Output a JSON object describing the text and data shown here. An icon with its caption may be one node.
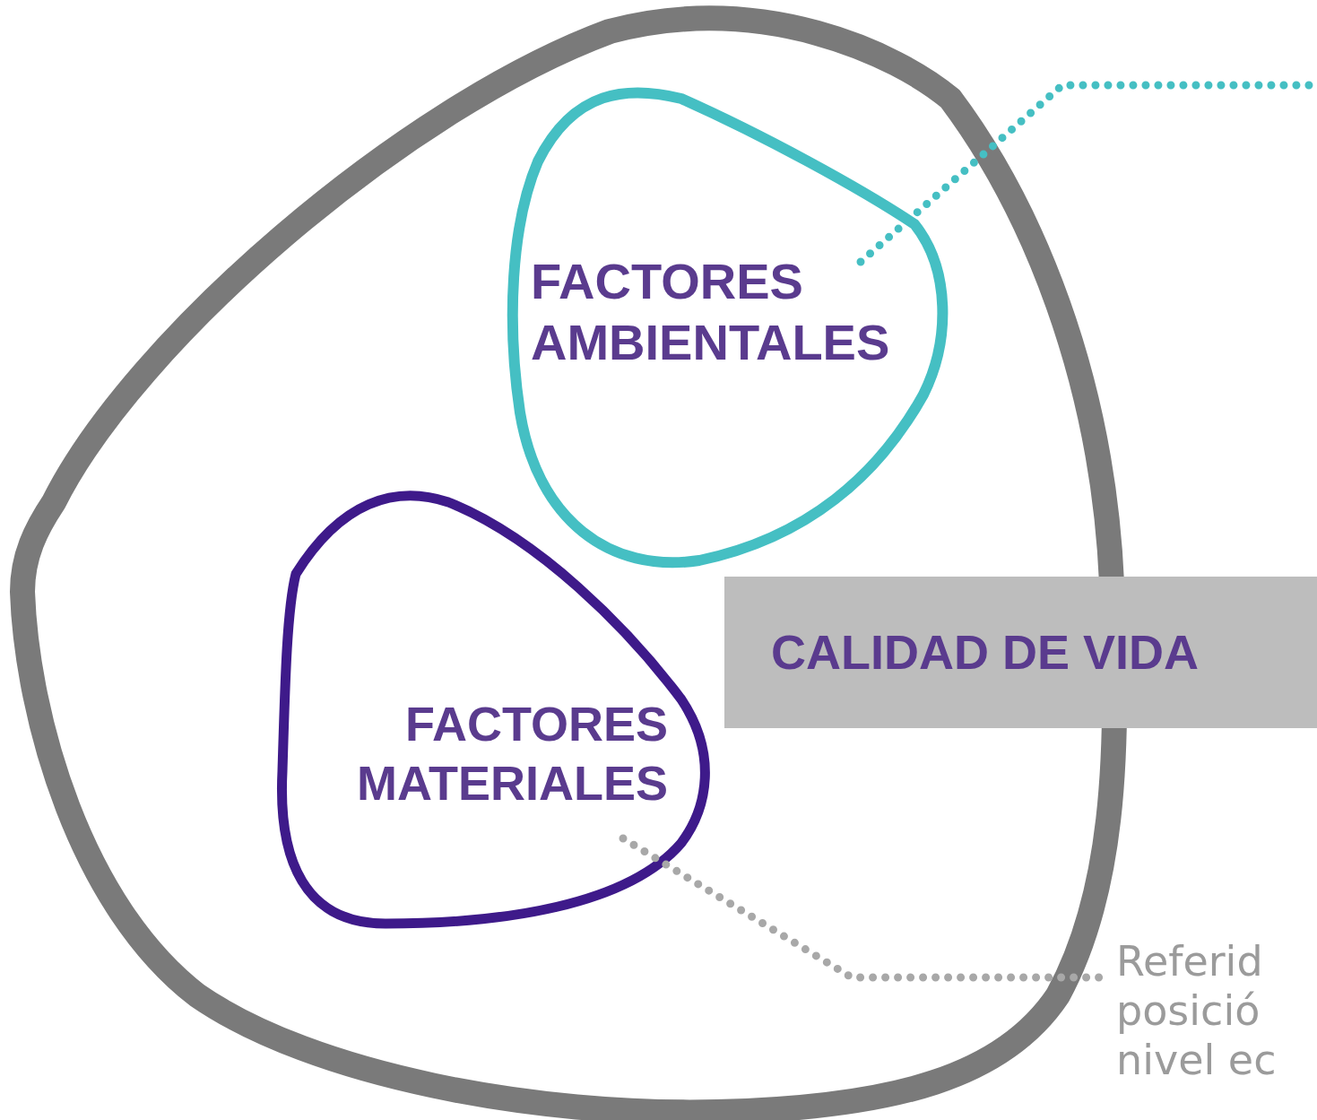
{
  "diagram": {
    "nodes": [
      {
        "text": [],
        "shape": "circle"
      },
      {
        "text": [
          "FACTORES AMBIENTALES"
        ],
        "in": 0
      },
      {
        "text": [
          "FACTORES MATERIALES"
        ],
        "in": 0
      },
      {
        "text": [
          "CALIDAD DE VIDA"
        ]
      },
      {
        "text": [
          "Referid posició nivel ec"
        ]
      }
    ],
    "edges": [
      {
        "from": 1,
        "to": null,
        "arrow": "none",
        "style": "dashed",
        "color": "#45bfc3"
      },
      {
        "from": 2,
        "to": 4,
        "arrow": "none",
        "style": "dashed",
        "color": "#a8a8a8"
      }
    ]
  }
}
